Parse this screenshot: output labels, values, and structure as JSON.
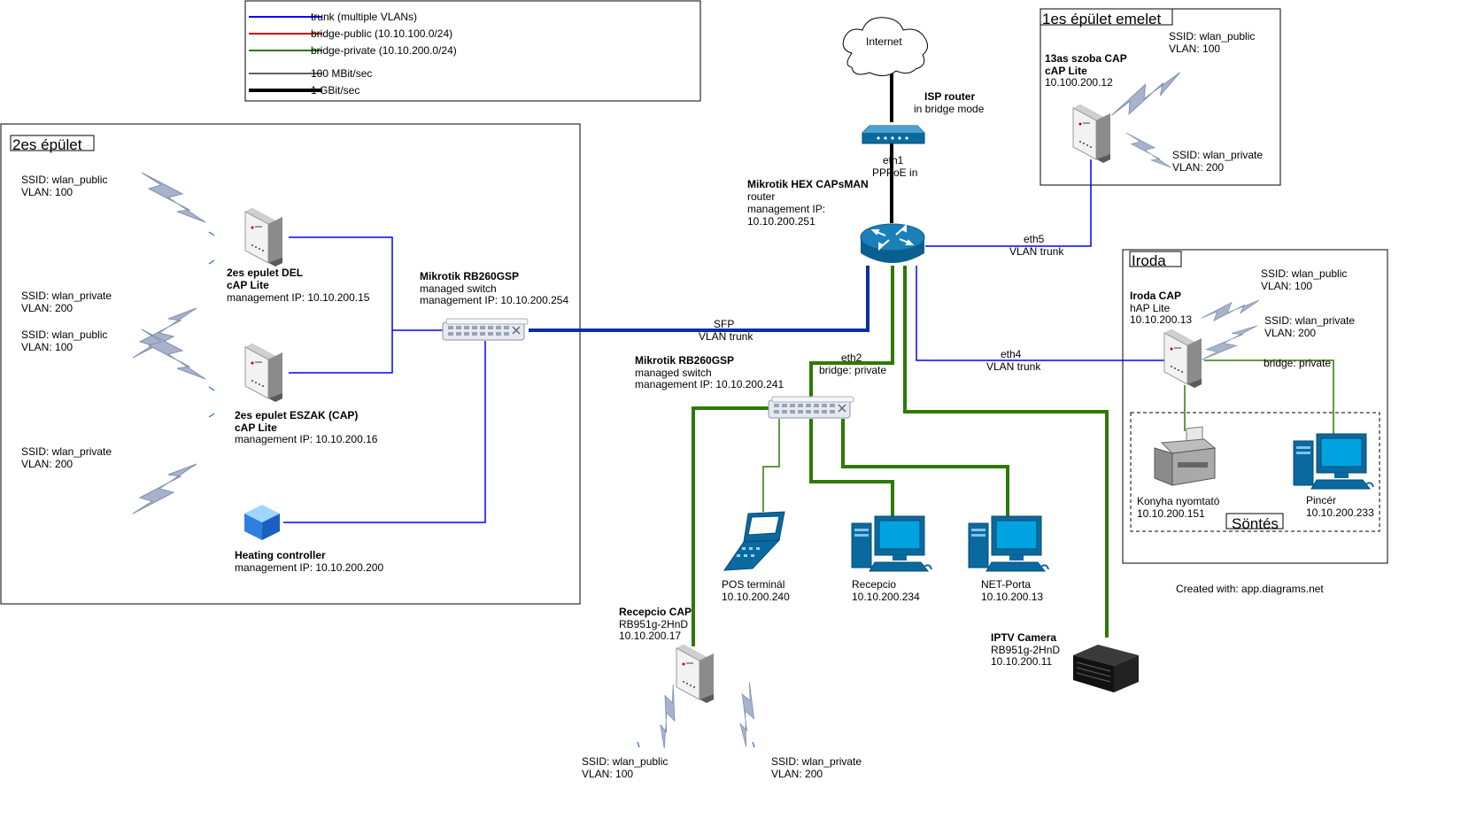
{
  "colors": {
    "trunk": "#0000ff",
    "trunk_thick": "#0a2fa3",
    "public": "#cc0000",
    "private": "#2d7a00",
    "device_blue": "#0a6da0",
    "lightning": "#9aa8c6"
  },
  "legend": {
    "trunk": "trunk (multiple VLANs)",
    "public": "bridge-public (10.10.100.0/24)",
    "private": "bridge-private (10.10.200.0/24)",
    "speed_100": "100 MBit/sec",
    "speed_1g": "1 GBit/sec"
  },
  "buildings": {
    "b2": "2es épület",
    "b1": "1es épület emelet",
    "iroda": "Iroda",
    "sontes": "Söntés"
  },
  "cloud": {
    "label": "Internet"
  },
  "isp": {
    "name": "ISP router",
    "mode": "in bridge mode"
  },
  "router": {
    "eth1": "eth1",
    "pppoe": "PPPoE in",
    "name": "Mikrotik HEX CAPsMAN",
    "role": "router",
    "mgmt": "management IP:",
    "ip": "10.10.200.251"
  },
  "links": {
    "sfp": "SFP",
    "sfp_trunk": "VLAN trunk",
    "eth5": "eth5",
    "eth5_trunk": "VLAN trunk",
    "eth4": "eth4",
    "eth4_trunk": "VLAN trunk",
    "eth2": "eth2",
    "eth2_bridge": "bridge: private",
    "iroda_bridge": "bridge: private"
  },
  "switch1": {
    "name": "Mikrotik RB260GSP",
    "role": "managed switch",
    "ip": "management IP: 10.10.200.254"
  },
  "switch2": {
    "name": "Mikrotik RB260GSP",
    "role": "managed switch",
    "ip": "management IP: 10.10.200.241"
  },
  "ssids": {
    "b2_del_pub": "SSID: wlan_public",
    "b2_del_pub_vlan": "VLAN: 100",
    "b2_del_priv": "SSID: wlan_private",
    "b2_del_priv_vlan": "VLAN: 200",
    "b2_esz_pub": "SSID: wlan_public",
    "b2_esz_pub_vlan": "VLAN: 100",
    "b2_esz_priv": "SSID: wlan_private",
    "b2_esz_priv_vlan": "VLAN: 200",
    "b1_pub": "SSID: wlan_public",
    "b1_pub_vlan": "VLAN: 100",
    "b1_priv": "SSID: wlan_private",
    "b1_priv_vlan": "VLAN: 200",
    "ir_pub": "SSID: wlan_public",
    "ir_pub_vlan": "VLAN: 100",
    "ir_priv": "SSID: wlan_private",
    "ir_priv_vlan": "VLAN: 200",
    "rec_pub": "SSID: wlan_public",
    "rec_pub_vlan": "VLAN: 100",
    "rec_priv": "SSID: wlan_private",
    "rec_priv_vlan": "VLAN: 200"
  },
  "devices": {
    "del": {
      "name": "2es epulet DEL",
      "model": "cAP Lite",
      "ip": "management IP: 10.10.200.15"
    },
    "eszak": {
      "name": "2es epulet ESZAK (CAP)",
      "model": "cAP Lite",
      "ip": "management IP: 10.10.200.16"
    },
    "heating": {
      "name": "Heating controller",
      "ip": "management IP: 10.10.200.200"
    },
    "szoba": {
      "name": "13as szoba CAP",
      "model": "cAP Lite",
      "ip": "10.100.200.12"
    },
    "iroda_cap": {
      "name": "Iroda CAP",
      "model": "hAP Lite",
      "ip": "10.10.200.13"
    },
    "konyha": {
      "name": "Konyha nyomtató",
      "ip": "10.10.200.151"
    },
    "pincer": {
      "name": "Pincér",
      "ip": "10.10.200.233"
    },
    "pos": {
      "name": "POS terminál",
      "ip": "10.10.200.240"
    },
    "recepcio": {
      "name": "Recepcio",
      "ip": "10.10.200.234"
    },
    "netporta": {
      "name": "NET-Porta",
      "ip": "10.10.200.13"
    },
    "rec_cap": {
      "name": "Recepcio CAP",
      "model": "RB951g-2HnD",
      "ip": "10.10.200.17"
    },
    "iptv": {
      "name": "IPTV Camera",
      "model": "RB951g-2HnD",
      "ip": "10.10.200.11"
    }
  },
  "footer": {
    "created": "Created with: app.diagrams.net"
  }
}
